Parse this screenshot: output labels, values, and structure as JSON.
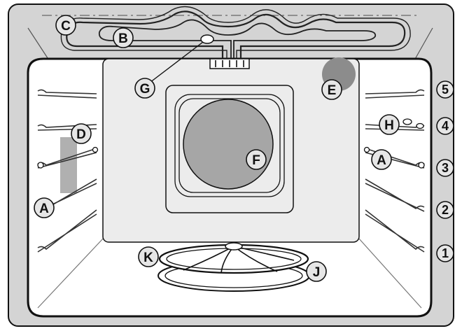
{
  "callouts": {
    "A": "A",
    "B": "B",
    "C": "C",
    "D": "D",
    "E": "E",
    "F": "F",
    "G": "G",
    "H": "H",
    "J": "J",
    "K": "K"
  },
  "shelf_levels": [
    "1",
    "2",
    "3",
    "4",
    "5"
  ],
  "colors": {
    "outer_panel": "#d4d4d4",
    "inner_cavity": "#ffffff",
    "back_panel": "#ececec",
    "fan_disc": "#a6a6a6",
    "light_disc": "#8c8c8c",
    "side_grille": "#b0b0b0",
    "line": "#111111"
  },
  "icons": {
    "callout": "circled-letter-icon",
    "level": "circled-number-icon"
  }
}
